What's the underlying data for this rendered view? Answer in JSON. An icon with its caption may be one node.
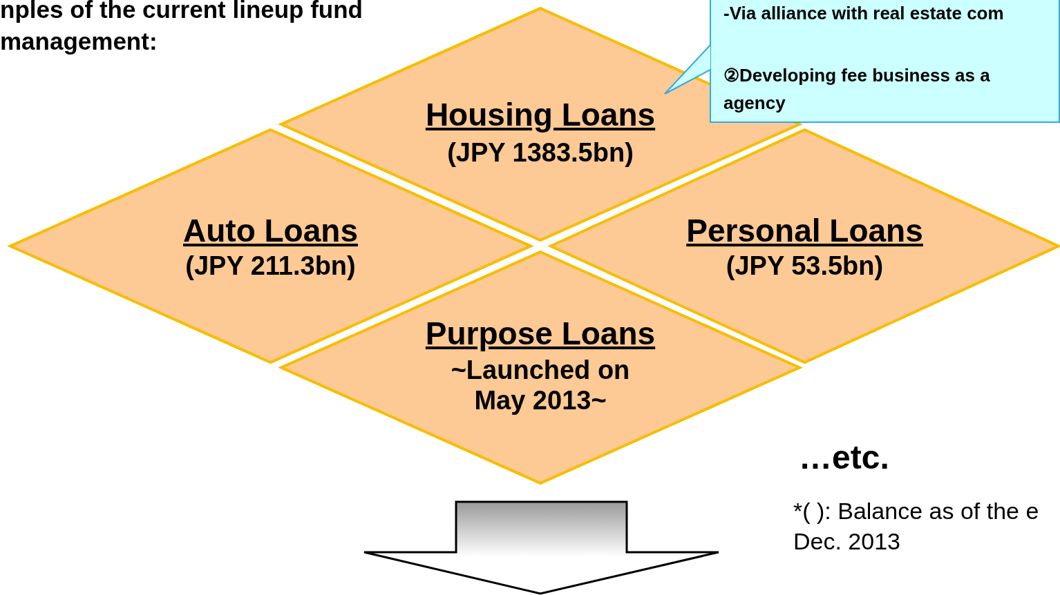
{
  "diagram": {
    "title": "nples of the current lineup fund management:",
    "nodes": [
      {
        "text": [
          "Housing Loans",
          "(JPY 1383.5bn)"
        ]
      },
      {
        "text": [
          "Auto Loans",
          "(JPY 211.3bn)"
        ]
      },
      {
        "text": [
          "Personal Loans",
          "(JPY 53.5bn)"
        ]
      },
      {
        "text": [
          "Purpose Loans",
          "~Launched on May 2013~"
        ]
      },
      {
        "text": [
          "-Via alliance with real estate com",
          "②Developing fee business as a agency"
        ]
      }
    ],
    "edges": [
      {
        "from": 4,
        "to": 0,
        "arrow": "none"
      }
    ],
    "labels": [
      "…etc.",
      "*( ): Balance as of the e Dec. 2013"
    ]
  }
}
